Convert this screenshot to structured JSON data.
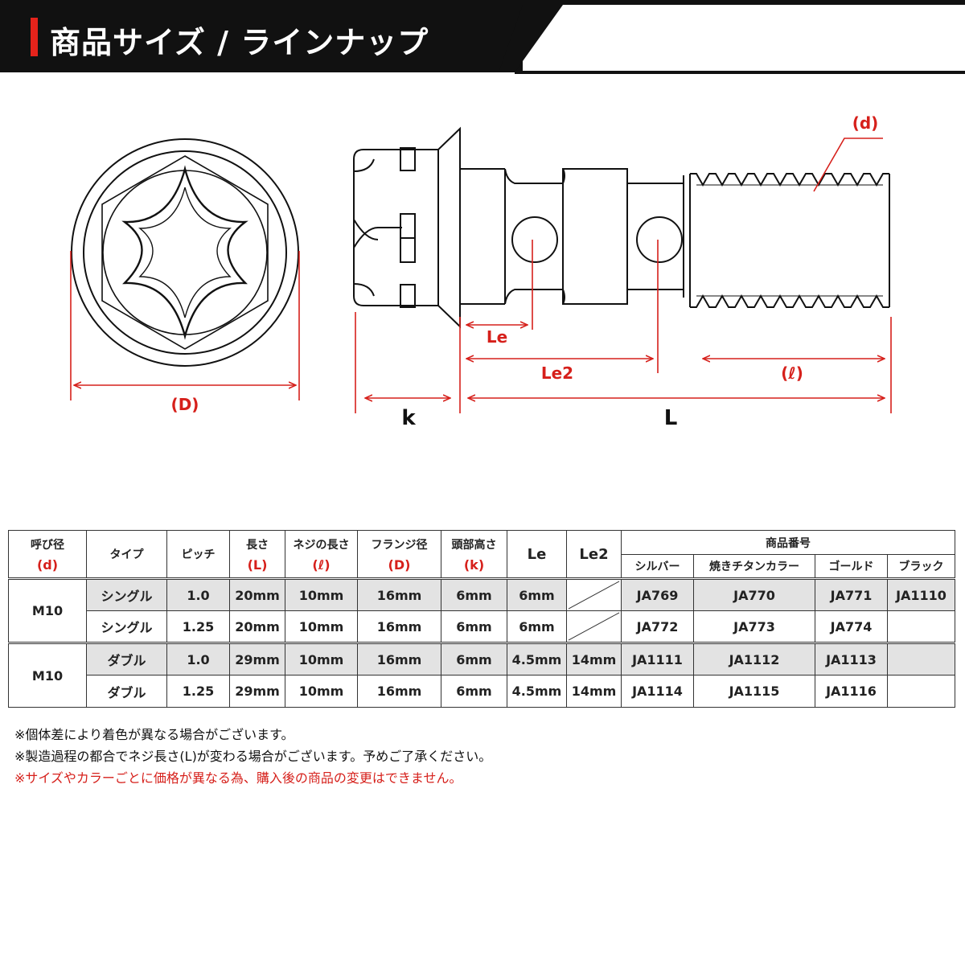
{
  "banner": {
    "title": "商品サイズ / ラインナップ",
    "accent_color": "#e5231b",
    "bg_color": "#111111"
  },
  "diagram": {
    "labels": {
      "D": "(D)",
      "k": "k",
      "L": "L",
      "Le": "Le",
      "Le2": "Le2",
      "thread_len": "(ℓ)",
      "d": "(d)"
    },
    "dimension_color": "#d6201b"
  },
  "table": {
    "headers": {
      "nominal": "呼び径",
      "nominal_sub": "(d)",
      "type": "タイプ",
      "pitch": "ピッチ",
      "length": "長さ",
      "length_sub": "(L)",
      "thread": "ネジの長さ",
      "thread_sub": "(ℓ)",
      "flange": "フランジ径",
      "flange_sub": "(D)",
      "head": "頭部高さ",
      "head_sub": "(k)",
      "le": "Le",
      "le2": "Le2",
      "product_no": "商品番号",
      "silver": "シルバー",
      "titan": "焼きチタンカラー",
      "gold": "ゴールド",
      "black": "ブラック"
    },
    "rows": [
      {
        "size": "M10",
        "type": "シングル",
        "pitch": "1.0",
        "length": "20mm",
        "thread": "10mm",
        "flange": "16mm",
        "head": "6mm",
        "le": "6mm",
        "le2": "",
        "silver": "JA769",
        "titan": "JA770",
        "gold": "JA771",
        "black": "JA1110"
      },
      {
        "size": "",
        "type": "シングル",
        "pitch": "1.25",
        "length": "20mm",
        "thread": "10mm",
        "flange": "16mm",
        "head": "6mm",
        "le": "6mm",
        "le2": "",
        "silver": "JA772",
        "titan": "JA773",
        "gold": "JA774",
        "black": ""
      },
      {
        "size": "M10",
        "type": "ダブル",
        "pitch": "1.0",
        "length": "29mm",
        "thread": "10mm",
        "flange": "16mm",
        "head": "6mm",
        "le": "4.5mm",
        "le2": "14mm",
        "silver": "JA1111",
        "titan": "JA1112",
        "gold": "JA1113",
        "black": ""
      },
      {
        "size": "",
        "type": "ダブル",
        "pitch": "1.25",
        "length": "29mm",
        "thread": "10mm",
        "flange": "16mm",
        "head": "6mm",
        "le": "4.5mm",
        "le2": "14mm",
        "silver": "JA1114",
        "titan": "JA1115",
        "gold": "JA1116",
        "black": ""
      }
    ]
  },
  "notes": [
    "※個体差により着色が異なる場合がございます。",
    "※製造過程の都合でネジ長さ(L)が変わる場合がございます。予めご了承ください。",
    "※サイズやカラーごとに価格が異なる為、購入後の商品の変更はできません。"
  ]
}
